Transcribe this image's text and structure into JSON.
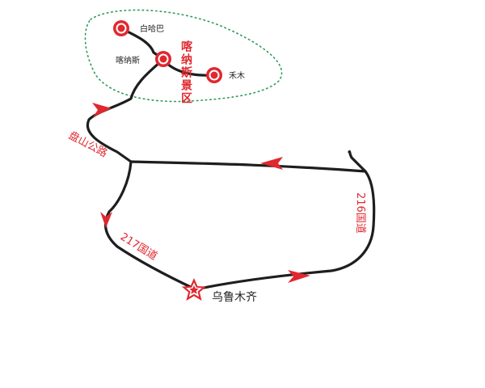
{
  "colors": {
    "road": "#1e1e1e",
    "accent": "#e0282f",
    "boundary": "#2e9a5b",
    "background": "#ffffff"
  },
  "places": {
    "baihaba": "白哈巴",
    "kanasi": "喀纳斯",
    "hemu": "禾木",
    "urumqi": "乌鲁木齐"
  },
  "scenic_area": "喀纳斯景区",
  "roads": {
    "route_216": "216国道",
    "route_217": "217国道",
    "panshan": "盘山公路"
  },
  "icons": {
    "place_marker": "circle-marker-icon",
    "capital_marker": "star-icon",
    "direction": "arrow-icon"
  }
}
